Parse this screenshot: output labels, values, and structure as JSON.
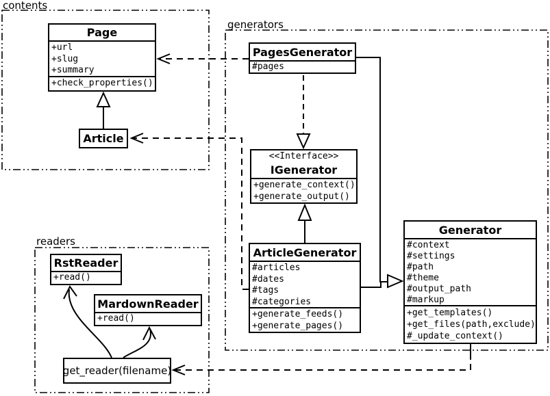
{
  "packages": {
    "contents": {
      "label": "contents"
    },
    "generators": {
      "label": "generators"
    },
    "readers": {
      "label": "readers"
    }
  },
  "classes": {
    "page": {
      "title": "Page",
      "attributes": [
        "+url",
        "+slug",
        "+summary"
      ],
      "methods": [
        "+check_properties()"
      ]
    },
    "article": {
      "title": "Article"
    },
    "pages_generator": {
      "title": "PagesGenerator",
      "attributes": [
        "#pages"
      ]
    },
    "igenerator": {
      "stereotype": "<<Interface>>",
      "title": "IGenerator",
      "methods": [
        "+generate_context()",
        "+generate_output()"
      ]
    },
    "article_generator": {
      "title": "ArticleGenerator",
      "attributes": [
        "#articles",
        "#dates",
        "#tags",
        "#categories"
      ],
      "methods": [
        "+generate_feeds()",
        "+generate_pages()"
      ]
    },
    "generator": {
      "title": "Generator",
      "attributes": [
        "#context",
        "#settings",
        "#path",
        "#theme",
        "#output_path",
        "#markup"
      ],
      "methods": [
        "+get_templates()",
        "+get_files(path,exclude)",
        "#_update_context()"
      ]
    },
    "rst_reader": {
      "title": "RstReader",
      "methods": [
        "+read()"
      ]
    },
    "mardown_reader": {
      "title": "MardownReader",
      "methods": [
        "+read()"
      ]
    },
    "get_reader": {
      "label": "get_reader(filename)"
    }
  },
  "relationships": [
    {
      "from": "Article",
      "to": "Page",
      "type": "inheritance"
    },
    {
      "from": "PagesGenerator",
      "to": "Page",
      "type": "dependency"
    },
    {
      "from": "ArticleGenerator",
      "to": "Article",
      "type": "dependency"
    },
    {
      "from": "PagesGenerator",
      "to": "IGenerator",
      "type": "realization"
    },
    {
      "from": "ArticleGenerator",
      "to": "IGenerator",
      "type": "inheritance"
    },
    {
      "from": "PagesGenerator",
      "to": "Generator",
      "type": "inheritance"
    },
    {
      "from": "ArticleGenerator",
      "to": "Generator",
      "type": "inheritance"
    },
    {
      "from": "Generator",
      "to": "get_reader(filename)",
      "type": "dependency"
    },
    {
      "from": "get_reader(filename)",
      "to": "RstReader",
      "type": "arrow"
    },
    {
      "from": "get_reader(filename)",
      "to": "MardownReader",
      "type": "arrow"
    }
  ],
  "colors": {
    "background": "#ffffff",
    "line": "#000000",
    "text": "#000000"
  }
}
